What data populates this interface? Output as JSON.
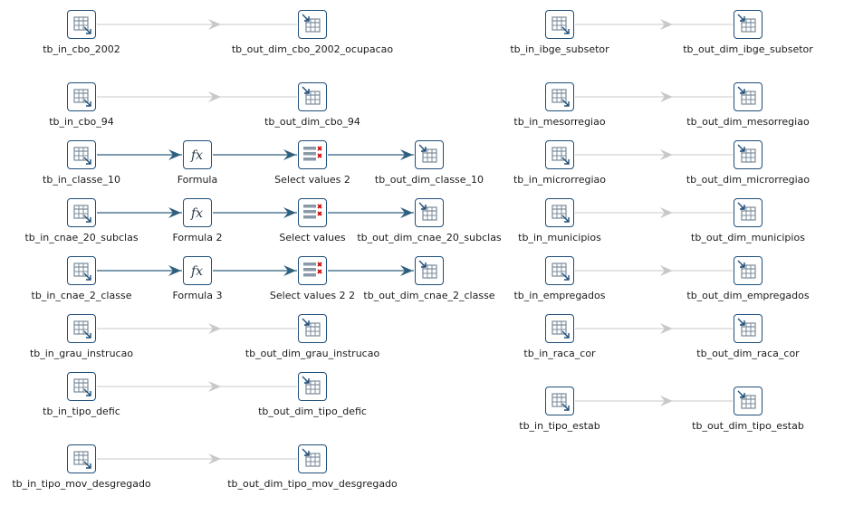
{
  "colors": {
    "icon_border": "#1f4e79",
    "active_hop": "#2f5f7f",
    "disabled_hop": "#c8c8c8",
    "error_mark": "#cc0000"
  },
  "steps": [
    {
      "id": "s1",
      "label": "tb_in_cbo_2002",
      "icon": "table-input-icon"
    },
    {
      "id": "s2",
      "label": "tb_out_dim_cbo_2002_ocupacao",
      "icon": "table-output-icon"
    },
    {
      "id": "s3",
      "label": "tb_in_cbo_94",
      "icon": "table-input-icon"
    },
    {
      "id": "s4",
      "label": "tb_out_dim_cbo_94",
      "icon": "table-output-icon"
    },
    {
      "id": "s5",
      "label": "tb_in_classe_10",
      "icon": "table-input-icon"
    },
    {
      "id": "s6",
      "label": "Formula",
      "icon": "formula-icon"
    },
    {
      "id": "s7",
      "label": "Select values 2",
      "icon": "select-values-icon"
    },
    {
      "id": "s8",
      "label": "tb_out_dim_classe_10",
      "icon": "table-output-icon"
    },
    {
      "id": "s9",
      "label": "tb_in_cnae_20_subclas",
      "icon": "table-input-icon"
    },
    {
      "id": "s10",
      "label": "Formula 2",
      "icon": "formula-icon"
    },
    {
      "id": "s11",
      "label": "Select values",
      "icon": "select-values-icon"
    },
    {
      "id": "s12",
      "label": "tb_out_dim_cnae_20_subclas",
      "icon": "table-output-icon"
    },
    {
      "id": "s13",
      "label": "tb_in_cnae_2_classe",
      "icon": "table-input-icon"
    },
    {
      "id": "s14",
      "label": "Formula 3",
      "icon": "formula-icon"
    },
    {
      "id": "s15",
      "label": "Select values 2 2",
      "icon": "select-values-icon"
    },
    {
      "id": "s16",
      "label": "tb_out_dim_cnae_2_classe",
      "icon": "table-output-icon"
    },
    {
      "id": "s17",
      "label": "tb_in_grau_instrucao",
      "icon": "table-input-icon"
    },
    {
      "id": "s18",
      "label": "tb_out_dim_grau_instrucao",
      "icon": "table-output-icon"
    },
    {
      "id": "s19",
      "label": "tb_in_tipo_defic",
      "icon": "table-input-icon"
    },
    {
      "id": "s20",
      "label": "tb_out_dim_tipo_defic",
      "icon": "table-output-icon"
    },
    {
      "id": "s21",
      "label": "tb_in_tipo_mov_desgregado",
      "icon": "table-input-icon"
    },
    {
      "id": "s22",
      "label": "tb_out_dim_tipo_mov_desgregado",
      "icon": "table-output-icon"
    },
    {
      "id": "s23",
      "label": "tb_in_ibge_subsetor",
      "icon": "table-input-icon"
    },
    {
      "id": "s24",
      "label": "tb_out_dim_ibge_subsetor",
      "icon": "table-output-icon"
    },
    {
      "id": "s25",
      "label": "tb_in_mesorregiao",
      "icon": "table-input-icon"
    },
    {
      "id": "s26",
      "label": "tb_out_dim_mesorregiao",
      "icon": "table-output-icon"
    },
    {
      "id": "s27",
      "label": "tb_in_microrregiao",
      "icon": "table-input-icon"
    },
    {
      "id": "s28",
      "label": "tb_out_dim_microrregiao",
      "icon": "table-output-icon"
    },
    {
      "id": "s29",
      "label": "tb_in_municipios",
      "icon": "table-input-icon"
    },
    {
      "id": "s30",
      "label": "tb_out_dim_municipios",
      "icon": "table-output-icon"
    },
    {
      "id": "s31",
      "label": "tb_in_empregados",
      "icon": "table-input-icon"
    },
    {
      "id": "s32",
      "label": "tb_out_dim_empregados",
      "icon": "table-output-icon"
    },
    {
      "id": "s33",
      "label": "tb_in_raca_cor",
      "icon": "table-input-icon"
    },
    {
      "id": "s34",
      "label": "tb_out_dim_raca_cor",
      "icon": "table-output-icon"
    },
    {
      "id": "s35",
      "label": "tb_in_tipo_estab",
      "icon": "table-input-icon"
    },
    {
      "id": "s36",
      "label": "tb_out_dim_tipo_estab",
      "icon": "table-output-icon"
    }
  ],
  "hops": [
    {
      "from": "s1",
      "to": "s2",
      "enabled": false
    },
    {
      "from": "s3",
      "to": "s4",
      "enabled": false
    },
    {
      "from": "s5",
      "to": "s6",
      "enabled": true
    },
    {
      "from": "s6",
      "to": "s7",
      "enabled": true
    },
    {
      "from": "s7",
      "to": "s8",
      "enabled": true
    },
    {
      "from": "s9",
      "to": "s10",
      "enabled": true
    },
    {
      "from": "s10",
      "to": "s11",
      "enabled": true
    },
    {
      "from": "s11",
      "to": "s12",
      "enabled": true
    },
    {
      "from": "s13",
      "to": "s14",
      "enabled": true
    },
    {
      "from": "s14",
      "to": "s15",
      "enabled": true
    },
    {
      "from": "s15",
      "to": "s16",
      "enabled": true
    },
    {
      "from": "s17",
      "to": "s18",
      "enabled": false
    },
    {
      "from": "s19",
      "to": "s20",
      "enabled": false
    },
    {
      "from": "s21",
      "to": "s22",
      "enabled": false
    },
    {
      "from": "s23",
      "to": "s24",
      "enabled": false
    },
    {
      "from": "s25",
      "to": "s26",
      "enabled": false
    },
    {
      "from": "s27",
      "to": "s28",
      "enabled": false
    },
    {
      "from": "s29",
      "to": "s30",
      "enabled": false
    },
    {
      "from": "s31",
      "to": "s32",
      "enabled": false
    },
    {
      "from": "s33",
      "to": "s34",
      "enabled": false
    },
    {
      "from": "s35",
      "to": "s36",
      "enabled": false
    }
  ]
}
